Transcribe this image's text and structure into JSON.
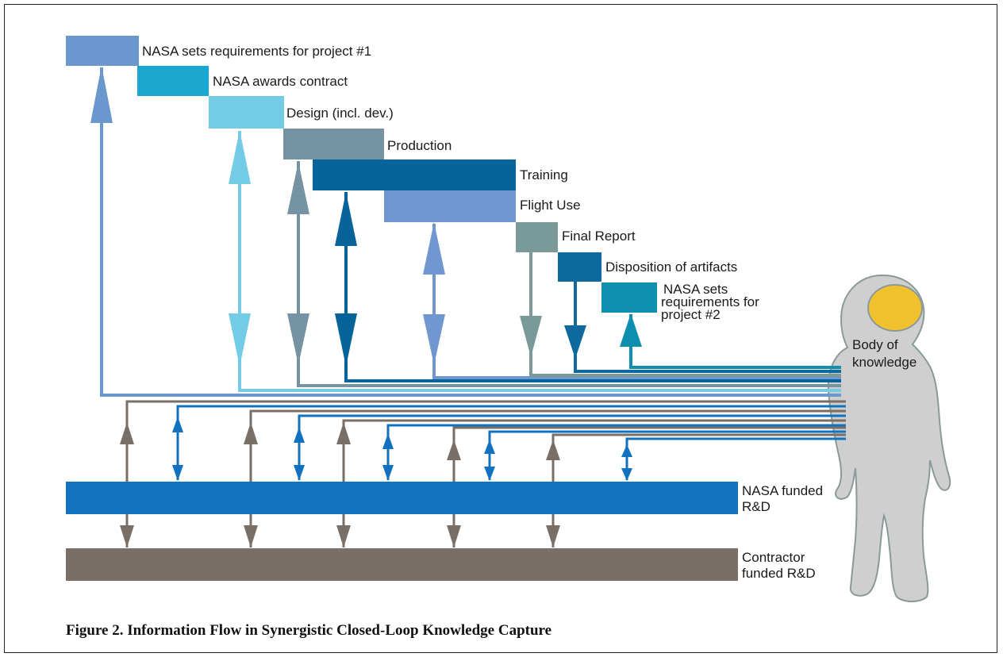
{
  "stages": [
    {
      "label": "NASA sets requirements for project #1",
      "color": "#6b97cf"
    },
    {
      "label": "NASA awards contract",
      "color": "#1aa7cf"
    },
    {
      "label": "Design (incl. dev.)",
      "color": "#74cbe6"
    },
    {
      "label": "Production",
      "color": "#7593a2"
    },
    {
      "label": "Training",
      "color": "#06649a"
    },
    {
      "label": "Flight Use",
      "color": "#7097cf"
    },
    {
      "label": "Final Report",
      "color": "#7a9a99"
    },
    {
      "label": "Disposition of artifacts",
      "color": "#0e6a9e"
    },
    {
      "label": "NASA sets requirements for project #2",
      "label_lines": [
        "NASA sets",
        "requirements for",
        "project #2"
      ],
      "color": "#0e8fae"
    }
  ],
  "bars": {
    "nasa_label": "NASA funded R&D",
    "nasa_label_lines": [
      "NASA funded",
      "R&D"
    ],
    "contractor_label": "Contractor funded R&D",
    "contractor_label_lines": [
      "Contractor",
      "funded R&D"
    ],
    "nasa_color": "#1272c0",
    "contractor_color": "#7a6f66"
  },
  "knowledge": {
    "label": "Body of knowledge",
    "label_lines": [
      "Body of",
      "knowledge"
    ],
    "suit_color": "#cfcfcf",
    "visor_color": "#f2c12e"
  },
  "caption": "Figure 2. Information Flow in Synergistic Closed-Loop Knowledge Capture"
}
